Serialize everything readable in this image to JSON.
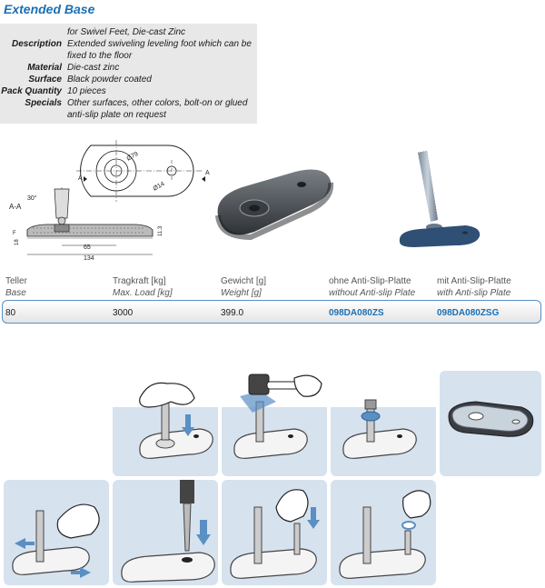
{
  "product": {
    "title": "Extended Base"
  },
  "specs": {
    "intro": "for Swivel Feet, Die-cast Zinc",
    "rows": [
      {
        "key": "Description",
        "value": "Extended swiveling leveling foot which can be",
        "value2": "fixed to the floor"
      },
      {
        "key": "Material",
        "value": "Die-cast zinc"
      },
      {
        "key": "Surface",
        "value": "Black powder coated"
      },
      {
        "key": "Pack Quantity",
        "value": "10 pieces"
      },
      {
        "key": "Specials",
        "value": "Other surfaces, other colors, bolt-on or glued",
        "value2": "anti-slip plate on request"
      }
    ]
  },
  "drawing": {
    "section_label": "A-A",
    "a_left": "A",
    "a_right": "A",
    "dia_outer": "Ø79",
    "dia_inner": "Ø14",
    "angle": "30°",
    "dim_65": "65",
    "dim_134": "134",
    "dim_18": "18",
    "dim_f": "F",
    "dim_113": "11.3"
  },
  "table": {
    "headers": [
      {
        "main": "Teller",
        "sub": "Base"
      },
      {
        "main": "Tragkraft [kg]",
        "sub": "Max. Load [kg]"
      },
      {
        "main": "Gewicht [g]",
        "sub": "Weight [g]"
      },
      {
        "main": "ohne Anti-Slip-Platte",
        "sub": "without Anti-slip Plate"
      },
      {
        "main": "mit Anti-Slip-Platte",
        "sub": "with Anti-slip Plate"
      }
    ],
    "row": {
      "base": "80",
      "load": "3000",
      "weight": "399.0",
      "code_without": "098DA080ZS",
      "code_with": "098DA080ZSG"
    }
  },
  "colors": {
    "brand_blue": "#1a6fb4",
    "panel_bg": "#d6e2ee",
    "foot_dark": "#4a4f55"
  }
}
